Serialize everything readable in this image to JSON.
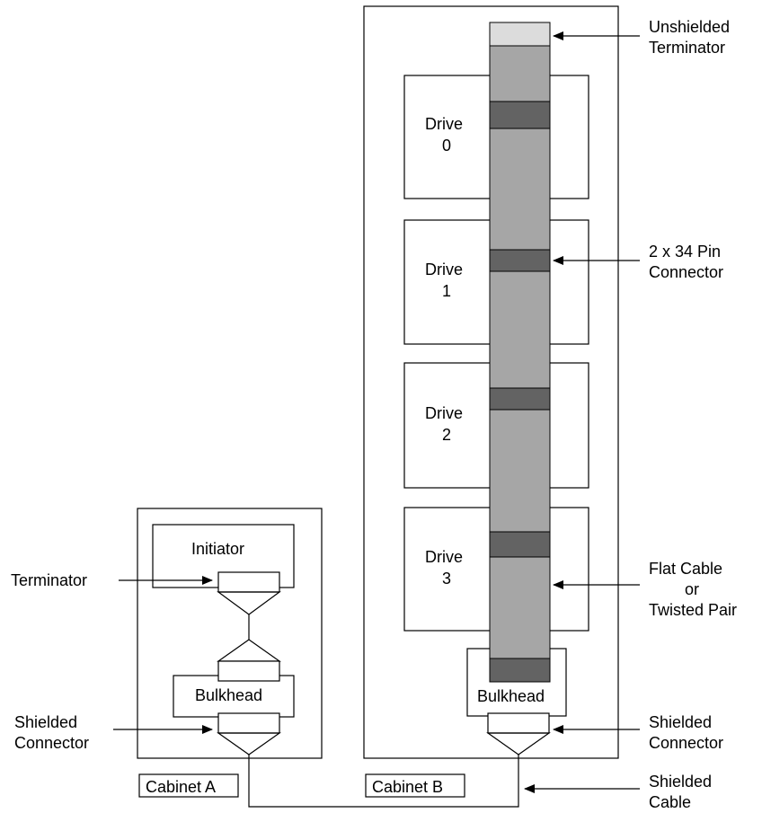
{
  "colors": {
    "cable": "#a6a6a6",
    "connector": "#636363",
    "terminator": "#dcdcdc",
    "line": "#000000",
    "background": "#ffffff"
  },
  "cabinet_a": {
    "label": "Cabinet A",
    "initiator": "Initiator",
    "bulkhead": "Bulkhead"
  },
  "cabinet_b": {
    "label": "Cabinet B",
    "bulkhead": "Bulkhead",
    "drives": [
      {
        "word": "Drive",
        "num": "0"
      },
      {
        "word": "Drive",
        "num": "1"
      },
      {
        "word": "Drive",
        "num": "2"
      },
      {
        "word": "Drive",
        "num": "3"
      }
    ]
  },
  "callouts": {
    "terminator": "Terminator",
    "shielded_connector_left": [
      "Shielded",
      "Connector"
    ],
    "unshielded_terminator": [
      "Unshielded",
      "Terminator"
    ],
    "pin_connector": [
      "2 x 34 Pin",
      "Connector"
    ],
    "flat_cable": [
      "Flat Cable",
      "or",
      "Twisted Pair"
    ],
    "shielded_connector_right": [
      "Shielded",
      "Connector"
    ],
    "shielded_cable": [
      "Shielded",
      "Cable"
    ]
  }
}
